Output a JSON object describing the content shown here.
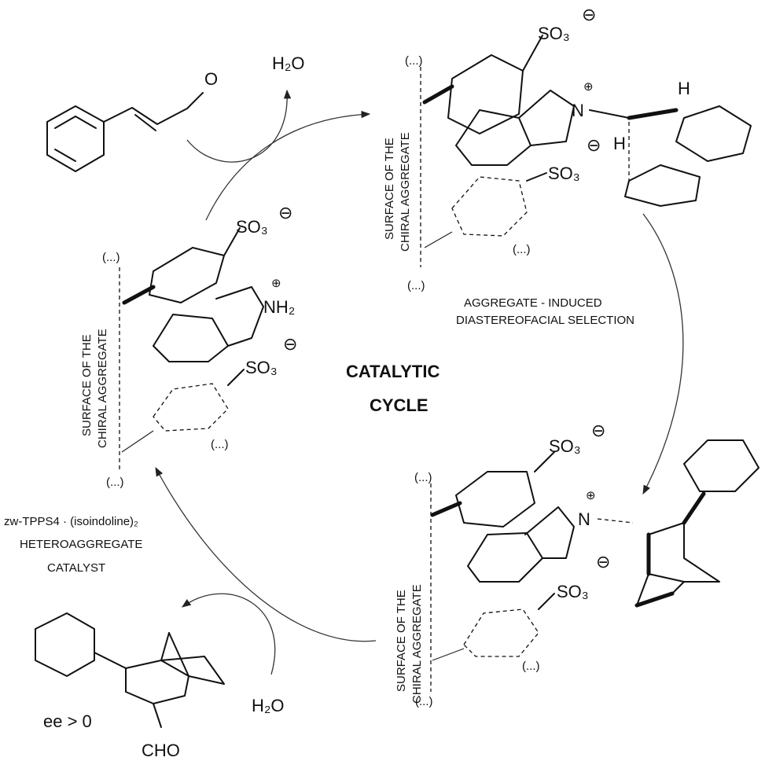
{
  "diagram": {
    "center_title_line1": "CATALYTIC",
    "center_title_line2": "CYCLE",
    "water_top": "H₂O",
    "water_bottom": "H₂O",
    "aggregate_note_line1": "AGGREGATE - INDUCED",
    "aggregate_note_line2": "DIASTEREOFACIAL SELECTION",
    "catalyst_line1": "zw-TPPS4 · (isoindoline)₂",
    "catalyst_line2": "HETEROAGGREGATE",
    "catalyst_line3": "CATALYST",
    "surface_line1": "SURFACE OF THE",
    "surface_line2": "CHIRAL AGGREGATE",
    "ellipsis": "(...)",
    "sulfonate": "SO₃",
    "minus": "⊖",
    "plus": "⊕",
    "iminium_n": "N",
    "ammonium": "NH₂",
    "hydrogen": "H",
    "aldehyde_o": "O",
    "cho": "CHO",
    "ee_label": "ee > 0"
  }
}
